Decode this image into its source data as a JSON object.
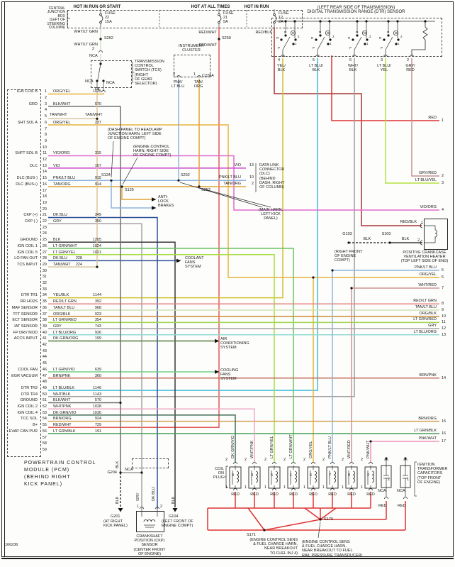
{
  "figure_number": "166236",
  "misc": {
    "nca": "NCA",
    "tan_wht": "TAN/WHT"
  },
  "power": {
    "cjb_label": [
      "CENTRAL",
      "JUNCTION",
      "BOX",
      "(LEFT OF",
      "STEERING",
      "COLUMN)"
    ],
    "feeds": [
      {
        "header": "HOT IN RUN OR START",
        "fuse_lines": [
          "FUSE",
          "22",
          "15A"
        ],
        "wire": "WHT/LT GRN",
        "splice": "S262"
      },
      {
        "header": "HOT AT ALL TIMES",
        "fuse_lines": [
          "FUSE",
          "21",
          "5A"
        ],
        "wire": "RED/WHT",
        "splice": "S259"
      },
      {
        "header": "HOT IN RUN",
        "fuse_lines": [
          "FUSE",
          "12",
          "2A"
        ],
        "wire": "RED/BLK",
        "splice": ""
      }
    ]
  },
  "tcs": {
    "label": [
      "TRANSMISSION",
      "CONTROL",
      "SWITCH (TCS)",
      "(RIGHT",
      "OF GEAR",
      "SELECTOR)"
    ],
    "pin_in": "2",
    "pin_out": "4"
  },
  "instrument_cluster": {
    "title": [
      "INSTRUMENT",
      "CLUSTER"
    ],
    "connector": "C220A",
    "pins": [
      {
        "pin": "2",
        "wire": [
          "PNK/",
          "LT BLU"
        ]
      },
      {
        "pin": "1",
        "wire": [
          "TAN/",
          "ORG"
        ]
      }
    ]
  },
  "dtr": {
    "title": [
      "(LEFT REAR SIDE OF TRANSMISSION)",
      "DIGITAL TRANSMISSION RANGE (DTR) SENSOR"
    ],
    "positions": [
      "R",
      "N",
      "D",
      "2",
      "1",
      "P"
    ],
    "pins": [
      {
        "pin": "4",
        "wire": [
          "YEL/",
          "BLK"
        ]
      },
      {
        "pin": "5",
        "wire": [
          "LT BLU/",
          "BLK"
        ]
      },
      {
        "pin": "6",
        "wire": [
          "WHT/",
          "BLK"
        ]
      },
      {
        "pin": "3",
        "wire": [
          "LT BLU/",
          "YEL"
        ]
      },
      {
        "pin": "2",
        "wire": [
          "GRY/",
          "RED"
        ]
      }
    ]
  },
  "pcm": {
    "label": [
      "POWERTRAIN CONTROL",
      "MODULE (PCM)",
      "(BEHIND RIGHT",
      "KICK PANEL)"
    ],
    "pin_count": 59,
    "rows": [
      {
        "pin": 1,
        "signal": "IGN COIL B",
        "color": "ORG/YEL",
        "circuit": "1025"
      },
      {
        "pin": 3,
        "signal": "GRD",
        "color": "BLK/WHT",
        "circuit": "570"
      },
      {
        "pin": 6,
        "signal": "SHT SOL A",
        "color": "ORG/YEL",
        "circuit": "237"
      },
      {
        "pin": 11,
        "signal": "SHFT SOL B",
        "color": "VIO/ORG",
        "circuit": "315"
      },
      {
        "pin": 13,
        "signal": "DLC",
        "color": "VIO",
        "circuit": "107"
      },
      {
        "pin": 15,
        "signal": "DLC (BUS-)",
        "color": "PNK/LT BLU",
        "circuit": "915"
      },
      {
        "pin": 16,
        "signal": "DLC (BUS+)",
        "color": "TAN/ORG",
        "circuit": "914"
      },
      {
        "pin": 21,
        "signal": "CKP (+)",
        "color": "DK BLU",
        "circuit": "349"
      },
      {
        "pin": 22,
        "signal": "CKP (-)",
        "color": "GRY",
        "circuit": "350"
      },
      {
        "pin": 25,
        "signal": "GROUND",
        "color": "BLK",
        "circuit": "1205"
      },
      {
        "pin": 26,
        "signal": "IGN COIL 1",
        "color": "LT GRN/WHT",
        "circuit": "1024"
      },
      {
        "pin": 27,
        "signal": "IGN COIL 5",
        "color": "LT GRN/YEL",
        "circuit": "1021"
      },
      {
        "pin": 28,
        "signal": "LO FAN OUT",
        "color": "DK BLU",
        "circuit": "228"
      },
      {
        "pin": 29,
        "signal": "TCS INPUT",
        "color": "TAN/WHT",
        "circuit": "224"
      },
      {
        "pin": 34,
        "signal": "DTR TR1",
        "color": "YEL/BLK",
        "circuit": "1144"
      },
      {
        "pin": 35,
        "signal": "RR HO2S",
        "color": "RED/LT GRN",
        "circuit": "392"
      },
      {
        "pin": 36,
        "signal": "MAF SENSOR",
        "color": "TAN/LT BLU",
        "circuit": "968"
      },
      {
        "pin": 37,
        "signal": "TFT SENSOR",
        "color": "ORG/BLK",
        "circuit": "923"
      },
      {
        "pin": 38,
        "signal": "ECT SENSOR",
        "color": "LT GRN/RED",
        "circuit": "354"
      },
      {
        "pin": 39,
        "signal": "IAT SENSOR",
        "color": "GRY",
        "circuit": "743"
      },
      {
        "pin": 40,
        "signal": "FP DRV MOD",
        "color": "LT BLU/ORG",
        "circuit": "926"
      },
      {
        "pin": 41,
        "signal": "ACCS INPUT",
        "color": "DK GRN/ORG",
        "circuit": "199"
      },
      {
        "pin": 46,
        "signal": "COOL FAN",
        "color": "LT GRN/VIO",
        "circuit": "639"
      },
      {
        "pin": 47,
        "signal": "EGR VACUUM",
        "color": "BRN/PNK",
        "circuit": "360"
      },
      {
        "pin": 49,
        "signal": "DTR TR2",
        "color": "LT BLU/BLK",
        "circuit": "1146"
      },
      {
        "pin": 50,
        "signal": "DTR TR4",
        "color": "WHT/BLK",
        "circuit": "1143"
      },
      {
        "pin": 51,
        "signal": "GROUND",
        "color": "BLK/WHT",
        "circuit": "570"
      },
      {
        "pin": 52,
        "signal": "IGN COIL 2",
        "color": "WHT/PNK",
        "circuit": "1028"
      },
      {
        "pin": 53,
        "signal": "IGN COIL 4",
        "color": "DK GRN/VIO",
        "circuit": "1030"
      },
      {
        "pin": 54,
        "signal": "TCC SOL",
        "color": "BRN/ORG",
        "circuit": "924"
      },
      {
        "pin": 55,
        "signal": "B+",
        "color": "RED/WHT",
        "circuit": "729"
      },
      {
        "pin": 56,
        "signal": "EVAP CAN PUR",
        "color": "LT GRN/BLK",
        "circuit": "191"
      }
    ]
  },
  "right_edge": {
    "pins": [
      {
        "pin": "1",
        "wire": "RED"
      },
      {
        "pin": "2",
        "wire": "GRY/RED"
      },
      {
        "pin": "3",
        "wire": "LT BLU/YEL"
      },
      {
        "pin": "4",
        "wire": "VIO/ORG"
      },
      {
        "pin": "5",
        "wire": "PNK/LT BLU"
      },
      {
        "pin": "6",
        "wire": "ORG/YEL"
      },
      {
        "pin": "7",
        "wire": "WHT/RED"
      },
      {
        "pin": "8",
        "wire": "RED/LT GRN"
      },
      {
        "pin": "9",
        "wire": "TAN/LT BLU"
      },
      {
        "pin": "10",
        "wire": "ORG/BLK"
      },
      {
        "pin": "11",
        "wire": "LT GRN/RED"
      },
      {
        "pin": "12",
        "wire": "GRY"
      },
      {
        "pin": "13",
        "wire": "LT BLU/ORG"
      },
      {
        "pin": "14",
        "wire": "BRN/PNK"
      },
      {
        "pin": "15",
        "wire": "BRN/ORG"
      },
      {
        "pin": "16",
        "wire": "LT GRN/BLK"
      },
      {
        "pin": "17",
        "wire": "PNK/WHT"
      }
    ]
  },
  "dlc": {
    "label": [
      "DATA LINK",
      "CONNECTOR",
      "(DLC)",
      "(BEHIND",
      "DASH, RIGHT",
      "OF COLUMN)"
    ],
    "entries": [
      {
        "wire": "VIO",
        "pin": "13"
      },
      {
        "wire": "PNK/LT BLU",
        "pin": "10"
      },
      {
        "wire": "TAN/ORG",
        "pin": "2"
      }
    ]
  },
  "splices": {
    "s262": "S262",
    "s259": "S259",
    "s134": "S134",
    "s125": "S125",
    "s252": "S252",
    "s253": "S253",
    "s100": "S100",
    "s170": "S170",
    "s171": "S171"
  },
  "grounds": {
    "g103": {
      "name": "G103",
      "label": [
        "(RIGHT FRONT",
        "OF ENGINE",
        "COMPT)"
      ]
    },
    "g204": {
      "name": "G204"
    },
    "g201": {
      "name": "G201",
      "label": [
        "(AT RIGHT",
        "KICK PANEL)"
      ]
    },
    "g104": {
      "name": "G104",
      "label": [
        "(LEFT FRONT OF",
        "ENGINE COMPT)"
      ]
    }
  },
  "pcv_heater": {
    "label": [
      "POSITIVE CRANKCASE",
      "VENTILATION HEATER",
      "(TOP LEFT SIDE OF ENG)"
    ],
    "pins": [
      {
        "pin": "1",
        "wire": "RED/BLK"
      },
      {
        "pin": "2",
        "wire": "BLK"
      }
    ],
    "mid_wire": "BLK"
  },
  "ckp": {
    "label": [
      "CRANKSHAFT",
      "POSITION (CKP)",
      "SENSOR",
      "(CENTER FRONT",
      "OF ENGINE)"
    ],
    "pins": [
      {
        "pin": "1",
        "wire": "GRY"
      },
      {
        "pin": "2",
        "wire": "DK BLU"
      }
    ]
  },
  "systems": [
    {
      "lines": [
        "COOLANT",
        "FANS",
        "SYSTEM"
      ]
    },
    {
      "lines": [
        "AIR",
        "CONDITIONING",
        "SYSTEM"
      ]
    },
    {
      "lines": [
        "COOLING",
        "FANS",
        "SYSTEM"
      ]
    }
  ],
  "callouts": {
    "headlamp": [
      "(DASH PANEL TO HEADLAMP",
      "JUNCTION HARN, LEFT SIDE",
      "OF ENGINE COMPT)"
    ],
    "engine_ctrl": [
      "(ENGINE CONTROL",
      "HARN, RIGHT SIDE",
      "OF ENGINE COMPT)"
    ],
    "main_harn": [
      "(MAIN HARN,",
      "LEFT KICK",
      "PANEL)"
    ],
    "abs": [
      "ANTI-",
      "LOCK",
      "BRAKES"
    ],
    "s171_note": [
      "(ENGINE CONTROL SENS",
      "& FUEL CHARGE HARN,",
      "NEAR BREAKOUT",
      "TO FUEL INJ 4)"
    ],
    "s170_note": [
      "(ENGINE CONTROL SENS",
      "& FUEL CHARGE HARN,",
      "NEAR BREAKOUT TO FUEL",
      "RAIL PRESSURE TRANSDUCER)"
    ]
  },
  "coils": {
    "label": [
      "COIL",
      "ON",
      "PLUG"
    ],
    "top_pin": "2",
    "bottom_pin": "1",
    "bottom_wire": "RED",
    "items": [
      {
        "num": "4",
        "wire": "DK GRN/VIO"
      },
      {
        "num": "3",
        "wire": "WHT/PNK"
      },
      {
        "num": "5",
        "wire": "LT GRN/YEL"
      },
      {
        "num": "1",
        "wire": "LT GRN/WHT"
      },
      {
        "num": "6",
        "wire": "ORG/YEL"
      },
      {
        "num": "7",
        "wire": "PNK/LT BLU"
      },
      {
        "num": "8",
        "wire": "WHT/RED"
      },
      {
        "num": "2",
        "wire": "PNK/WHT"
      }
    ]
  },
  "capacitors": {
    "label": [
      "IGNITION",
      "TRANSFORMER",
      "CAPACITORS",
      "(TOP FRONT",
      "OF ENGINE)"
    ],
    "wire": "RED",
    "items": [
      {
        "num": "2"
      },
      {
        "num": "1"
      }
    ]
  },
  "wire_colors": {
    "WHT/LT GRN": "#cfe3c4",
    "RED/WHT": "#e25b5b",
    "RED/BLK": "#a83434",
    "RED": "#dd3333",
    "GRY/RED": "#c79292",
    "LT BLU/YEL": "#b5e23e",
    "YEL/BLK": "#cfc230",
    "LT BLU/BLK": "#45bcd9",
    "WHT/BLK": "#9d9d9d",
    "ORG/YEL": "#e8b43c",
    "BLK/WHT": "#6f6f6f",
    "TAN/WHT": "#dcc49d",
    "VIO/ORG": "#e06cd0",
    "VIO": "#cc44cc",
    "PNK/LT BLU": "#8fb3dc",
    "TAN/ORG": "#e2a434",
    "DK BLU": "#2d4f96",
    "GRY": "#a3a3a3",
    "BLK": "#383838",
    "LT GRN/WHT": "#6ac45e",
    "LT GRN/YEL": "#a8dc3e",
    "RED/LT GRN": "#e38484",
    "TAN/LT BLU": "#d2e2b2",
    "ORG/BLK": "#cc8c34",
    "LT GRN/RED": "#a2d64e",
    "LT BLU/ORG": "#92dad2",
    "DK GRN/ORG": "#527d3c",
    "LT GRN/VIO": "#72d184",
    "BRN/PNK": "#c26e5e",
    "WHT/PNK": "#f0a6c4",
    "DK GRN/VIO": "#436e58",
    "BRN/ORG": "#cfa055",
    "LT GRN/BLK": "#42a254",
    "PNK/WHT": "#ef93ba",
    "WHT/RED": "#cf9494"
  }
}
